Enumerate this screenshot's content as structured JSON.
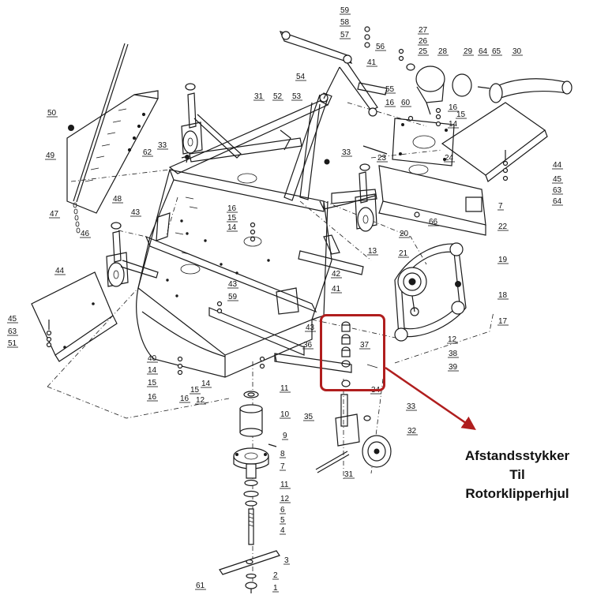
{
  "diagram": {
    "part_numbers": [
      {
        "id": "59",
        "label": "59"
      },
      {
        "id": "58",
        "label": "58"
      },
      {
        "id": "57",
        "label": "57"
      },
      {
        "id": "56",
        "label": "56"
      },
      {
        "id": "41a",
        "label": "41"
      },
      {
        "id": "55",
        "label": "55"
      },
      {
        "id": "54",
        "label": "54"
      },
      {
        "id": "27",
        "label": "27"
      },
      {
        "id": "26",
        "label": "26"
      },
      {
        "id": "25",
        "label": "25"
      },
      {
        "id": "28",
        "label": "28"
      },
      {
        "id": "29",
        "label": "29"
      },
      {
        "id": "64a",
        "label": "64"
      },
      {
        "id": "65",
        "label": "65"
      },
      {
        "id": "30",
        "label": "30"
      },
      {
        "id": "50",
        "label": "50"
      },
      {
        "id": "49",
        "label": "49"
      },
      {
        "id": "31a",
        "label": "31"
      },
      {
        "id": "52",
        "label": "52"
      },
      {
        "id": "53",
        "label": "53"
      },
      {
        "id": "16a",
        "label": "16"
      },
      {
        "id": "60",
        "label": "60"
      },
      {
        "id": "16b",
        "label": "16"
      },
      {
        "id": "15a",
        "label": "15"
      },
      {
        "id": "14a",
        "label": "14"
      },
      {
        "id": "62",
        "label": "62"
      },
      {
        "id": "33a",
        "label": "33"
      },
      {
        "id": "33b",
        "label": "33"
      },
      {
        "id": "23",
        "label": "23"
      },
      {
        "id": "24",
        "label": "24"
      },
      {
        "id": "44a",
        "label": "44"
      },
      {
        "id": "45a",
        "label": "45"
      },
      {
        "id": "63a",
        "label": "63"
      },
      {
        "id": "64b",
        "label": "64"
      },
      {
        "id": "48",
        "label": "48"
      },
      {
        "id": "47",
        "label": "47"
      },
      {
        "id": "46",
        "label": "46"
      },
      {
        "id": "43a",
        "label": "43"
      },
      {
        "id": "16c",
        "label": "16"
      },
      {
        "id": "15b",
        "label": "15"
      },
      {
        "id": "14b",
        "label": "14"
      },
      {
        "id": "66",
        "label": "66"
      },
      {
        "id": "7a",
        "label": "7"
      },
      {
        "id": "22",
        "label": "22"
      },
      {
        "id": "20",
        "label": "20"
      },
      {
        "id": "13",
        "label": "13"
      },
      {
        "id": "21",
        "label": "21"
      },
      {
        "id": "19",
        "label": "19"
      },
      {
        "id": "42",
        "label": "42"
      },
      {
        "id": "41b",
        "label": "41"
      },
      {
        "id": "18",
        "label": "18"
      },
      {
        "id": "44b",
        "label": "44"
      },
      {
        "id": "43b",
        "label": "43"
      },
      {
        "id": "59b",
        "label": "59"
      },
      {
        "id": "17",
        "label": "17"
      },
      {
        "id": "45b",
        "label": "45"
      },
      {
        "id": "63b",
        "label": "63"
      },
      {
        "id": "51",
        "label": "51"
      },
      {
        "id": "43c",
        "label": "43"
      },
      {
        "id": "12a",
        "label": "12"
      },
      {
        "id": "37",
        "label": "37"
      },
      {
        "id": "38",
        "label": "38"
      },
      {
        "id": "36",
        "label": "36"
      },
      {
        "id": "39",
        "label": "39"
      },
      {
        "id": "40",
        "label": "40"
      },
      {
        "id": "14c",
        "label": "14"
      },
      {
        "id": "15c",
        "label": "15"
      },
      {
        "id": "16d",
        "label": "16"
      },
      {
        "id": "15d",
        "label": "15"
      },
      {
        "id": "14d",
        "label": "14"
      },
      {
        "id": "16e",
        "label": "16"
      },
      {
        "id": "12b",
        "label": "12"
      },
      {
        "id": "11a",
        "label": "11"
      },
      {
        "id": "34",
        "label": "34"
      },
      {
        "id": "33c",
        "label": "33"
      },
      {
        "id": "10",
        "label": "10"
      },
      {
        "id": "35",
        "label": "35"
      },
      {
        "id": "32",
        "label": "32"
      },
      {
        "id": "9",
        "label": "9"
      },
      {
        "id": "8",
        "label": "8"
      },
      {
        "id": "7b",
        "label": "7"
      },
      {
        "id": "31b",
        "label": "31"
      },
      {
        "id": "11b",
        "label": "11"
      },
      {
        "id": "12c",
        "label": "12"
      },
      {
        "id": "6",
        "label": "6"
      },
      {
        "id": "5",
        "label": "5"
      },
      {
        "id": "4",
        "label": "4"
      },
      {
        "id": "3",
        "label": "3"
      },
      {
        "id": "2",
        "label": "2"
      },
      {
        "id": "61",
        "label": "61"
      },
      {
        "id": "1",
        "label": "1"
      }
    ]
  },
  "callout": {
    "lines": [
      "Afstandsstykker",
      "Til",
      "Rotorklipperhjul"
    ],
    "color": "#b01e1e"
  }
}
